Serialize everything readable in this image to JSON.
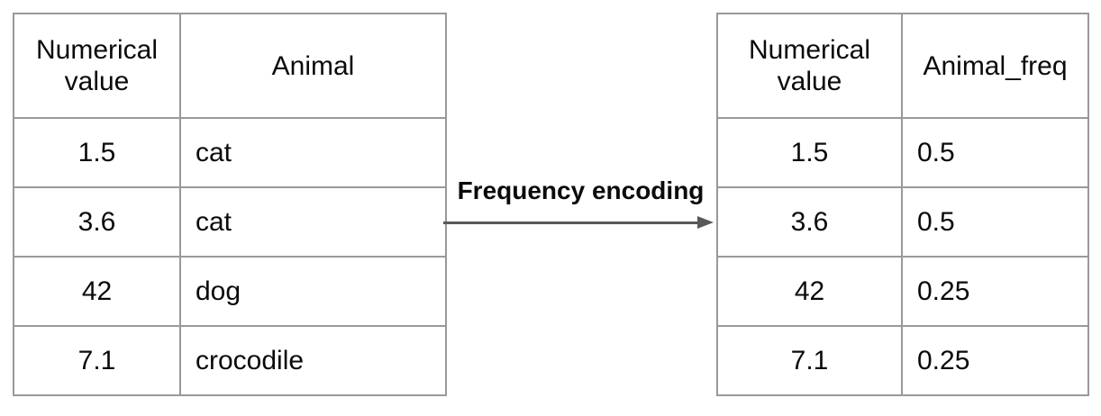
{
  "diagram": {
    "title_label": "Frequency encoding",
    "arrow": {
      "direction": "right",
      "color": "#595959"
    },
    "colors": {
      "background": "#ffffff",
      "table_border": "#999999",
      "text": "#0a0a0a",
      "label_text": "#0a0a0a"
    }
  },
  "left_table": {
    "headers": [
      "Numerical value",
      "Animal"
    ],
    "rows": [
      {
        "value": "1.5",
        "animal": "cat"
      },
      {
        "value": "3.6",
        "animal": "cat"
      },
      {
        "value": "42",
        "animal": "dog"
      },
      {
        "value": "7.1",
        "animal": "crocodile"
      }
    ]
  },
  "right_table": {
    "headers": [
      "Numerical value",
      "Animal_freq"
    ],
    "rows": [
      {
        "value": "1.5",
        "freq": "0.5"
      },
      {
        "value": "3.6",
        "freq": "0.5"
      },
      {
        "value": "42",
        "freq": "0.25"
      },
      {
        "value": "7.1",
        "freq": "0.25"
      }
    ]
  }
}
